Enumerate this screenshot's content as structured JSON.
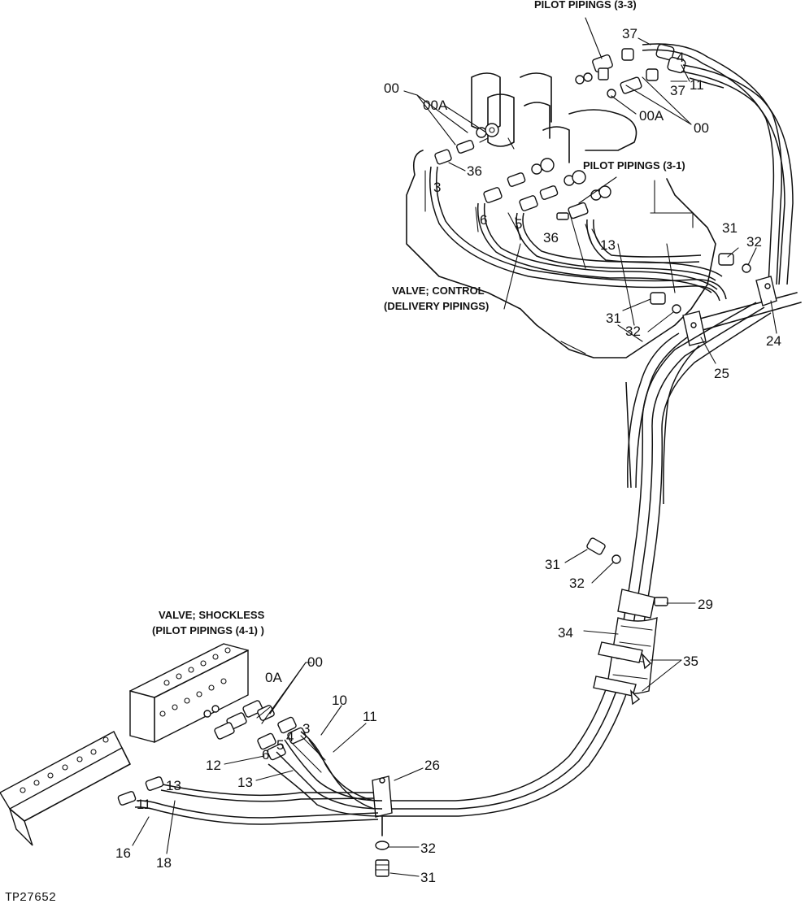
{
  "captions": {
    "pilot_3_3": "PILOT PIPINGS (3-3)",
    "pilot_3_1": "PILOT PIPINGS (3-1)",
    "valve_control_1": "VALVE; CONTROL",
    "valve_control_2": "(DELIVERY PIPINGS)",
    "valve_shockless_1": "VALVE; SHOCKLESS",
    "valve_shockless_2": "(PILOT PIPINGS (4-1) )"
  },
  "part_numbers": {
    "p37a": "37",
    "p37b": "37",
    "p11a": "11",
    "p00a": "00",
    "p00Aa": "00A",
    "p00Ab": "00A",
    "p00b": "00",
    "p36a": "36",
    "p36b": "36",
    "p13a": "13",
    "p31a": "31",
    "p32a": "32",
    "p31b": "31",
    "p32b": "32",
    "p24": "24",
    "p25": "25",
    "p31c": "31",
    "p32c": "32",
    "p29": "29",
    "p34": "34",
    "p35": "35",
    "p00c": "00",
    "p0Ac": "0A",
    "p10": "10",
    "p11b": "11",
    "p12": "12",
    "p13b": "13",
    "p26": "26",
    "p13c": "13",
    "p11c": "11",
    "p16": "16",
    "p18": "18",
    "p32d": "32",
    "p31d": "31",
    "p3": "3",
    "p4": "4",
    "p5": "5",
    "p6": "6",
    "p3b": "3",
    "p4b": "4",
    "p5b": "5",
    "p6b": "6"
  },
  "drawing_id": "TP27652"
}
